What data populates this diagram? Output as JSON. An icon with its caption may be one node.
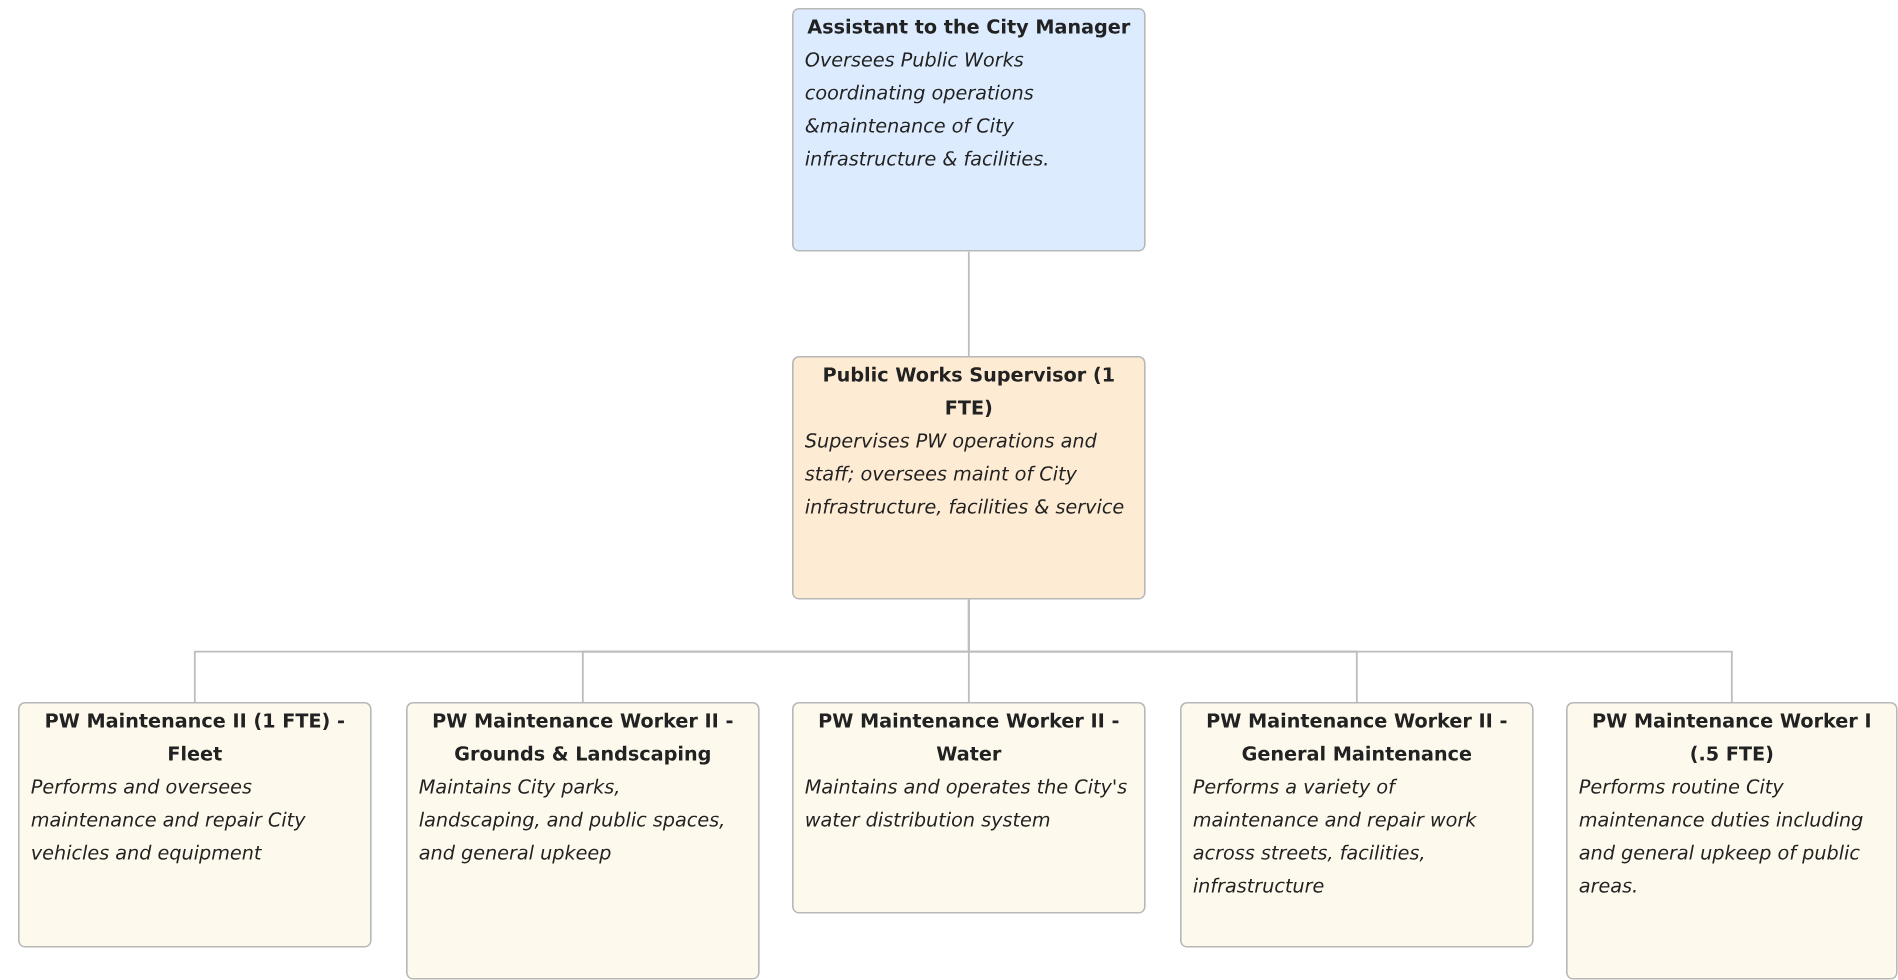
{
  "diagram": {
    "nodes": [
      {
        "text": [
          "Assistant to the City Manager",
          "Oversees Public Works coordinating operations &maintenance of City infrastructure & facilities."
        ]
      },
      {
        "text": [
          "Public Works Supervisor (1 FTE)",
          "Supervises PW operations and staff; oversees maint of City infrastructure, facilities & service"
        ]
      },
      {
        "text": [
          "PW Maintenance II (1 FTE) - Fleet",
          "Performs and oversees maintenance and repair City vehicles and equipment"
        ]
      },
      {
        "text": [
          "PW Maintenance Worker II - Grounds & Landscaping",
          "Maintains City parks, landscaping, and public spaces, and general upkeep"
        ]
      },
      {
        "text": [
          "PW Maintenance Worker II - Water",
          "Maintains and operates the City's water distribution system"
        ]
      },
      {
        "text": [
          "PW Maintenance Worker II - General Maintenance",
          "Performs a variety of maintenance and repair work across streets, facilities, infrastructure"
        ]
      },
      {
        "text": [
          "PW Maintenance Worker I (.5 FTE)",
          "Performs routine City maintenance duties including and general upkeep of public areas."
        ]
      }
    ],
    "edges": [
      {
        "from": 0,
        "to": 1,
        "arrow": "none"
      },
      {
        "from": 1,
        "to": 2,
        "arrow": "none"
      },
      {
        "from": 1,
        "to": 3,
        "arrow": "none"
      },
      {
        "from": 1,
        "to": 4,
        "arrow": "none"
      },
      {
        "from": 1,
        "to": 5,
        "arrow": "none"
      },
      {
        "from": 1,
        "to": 6,
        "arrow": "none"
      }
    ]
  }
}
